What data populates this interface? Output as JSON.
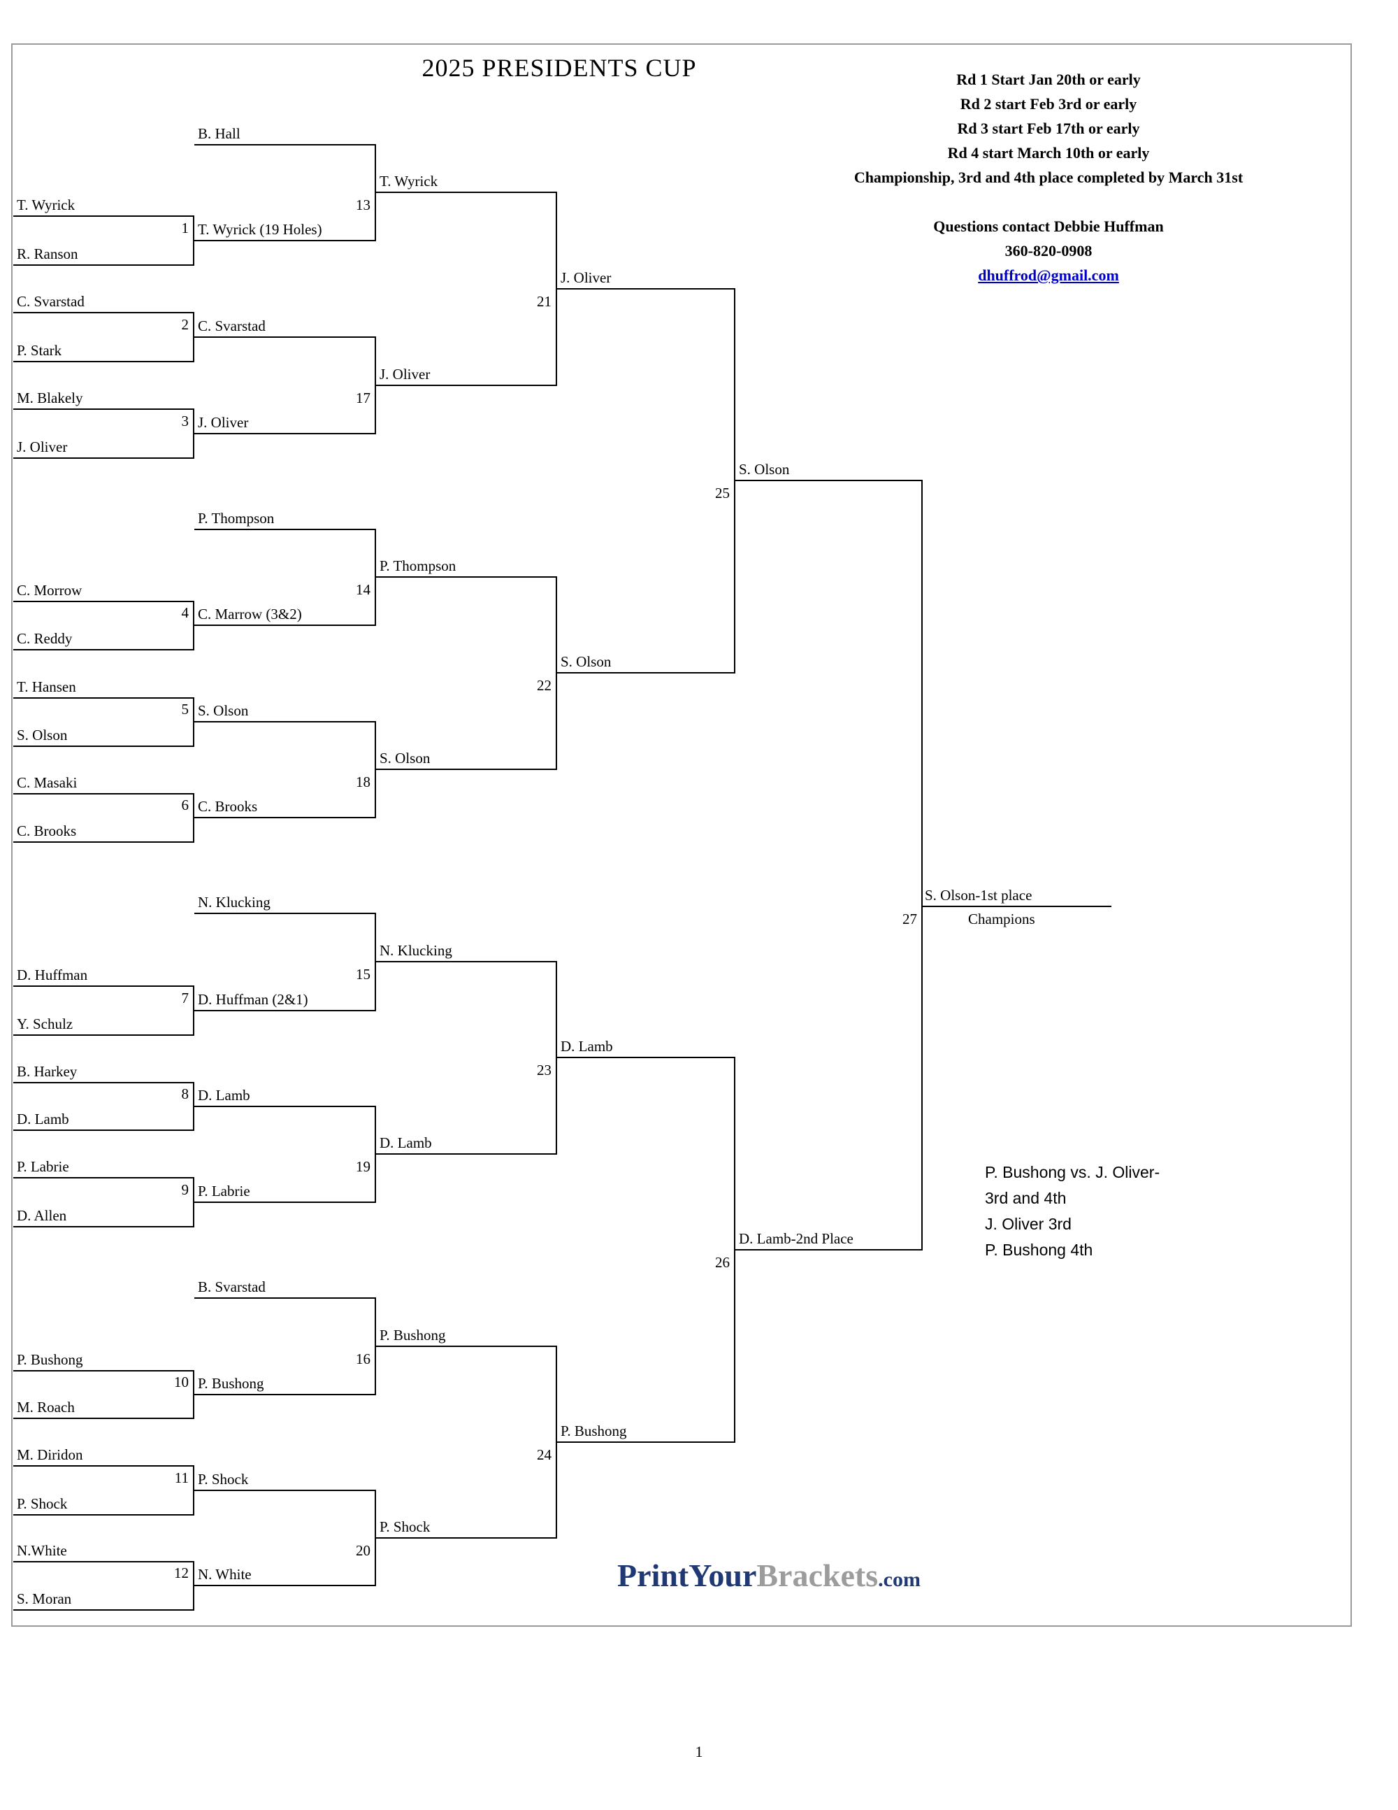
{
  "title": "2025 PRESIDENTS CUP",
  "info": {
    "lines": [
      "Rd 1 Start Jan 20th or early",
      "Rd 2 start Feb 3rd or early",
      "Rd 3 start Feb 17th or early",
      "Rd 4 start March 10th or early",
      "Championship, 3rd and 4th place completed by March 31st"
    ],
    "contact_heading": "Questions contact Debbie Huffman",
    "phone": "360-820-0908",
    "email": "dhuffrod@gmail.com"
  },
  "bracket": {
    "round1": [
      {
        "num": "1",
        "top": "T. Wyrick",
        "bottom": "R. Ranson",
        "winner": "T. Wyrick (19 Holes)"
      },
      {
        "num": "2",
        "top": "C. Svarstad",
        "bottom": "P. Stark",
        "winner": "C. Svarstad"
      },
      {
        "num": "3",
        "top": "M. Blakely",
        "bottom": "J. Oliver",
        "winner": "J. Oliver"
      },
      {
        "num": "4",
        "top": "C. Morrow",
        "bottom": "C. Reddy",
        "winner": "C. Marrow (3&2)"
      },
      {
        "num": "5",
        "top": "T. Hansen",
        "bottom": "S. Olson",
        "winner": "S. Olson"
      },
      {
        "num": "6",
        "top": "C. Masaki",
        "bottom": "C. Brooks",
        "winner": "C. Brooks"
      },
      {
        "num": "7",
        "top": "D. Huffman",
        "bottom": "Y. Schulz",
        "winner": "D. Huffman (2&1)"
      },
      {
        "num": "8",
        "top": "B. Harkey",
        "bottom": "D. Lamb",
        "winner": "D. Lamb"
      },
      {
        "num": "9",
        "top": "P. Labrie",
        "bottom": "D. Allen",
        "winner": "P. Labrie"
      },
      {
        "num": "10",
        "top": "P. Bushong",
        "bottom": "M. Roach",
        "winner": "P. Bushong"
      },
      {
        "num": "11",
        "top": "M. Diridon",
        "bottom": "P. Shock",
        "winner": "P. Shock"
      },
      {
        "num": "12",
        "top": "N.White",
        "bottom": "S. Moran",
        "winner": "N. White"
      }
    ],
    "byes": [
      {
        "name": "B. Hall"
      },
      {
        "name": "P. Thompson"
      },
      {
        "name": "N. Klucking"
      },
      {
        "name": "B. Svarstad"
      }
    ],
    "round2": [
      {
        "num": "13",
        "winner": "T. Wyrick"
      },
      {
        "num": "17",
        "winner": "J. Oliver"
      },
      {
        "num": "14",
        "winner": "P. Thompson"
      },
      {
        "num": "18",
        "winner": "S. Olson"
      },
      {
        "num": "15",
        "winner": "N. Klucking"
      },
      {
        "num": "19",
        "winner": "D. Lamb"
      },
      {
        "num": "16",
        "winner": "P. Bushong"
      },
      {
        "num": "20",
        "winner": "P. Shock"
      }
    ],
    "round3": [
      {
        "num": "21",
        "winner": "J. Oliver"
      },
      {
        "num": "22",
        "winner": "S. Olson"
      },
      {
        "num": "23",
        "winner": "D. Lamb"
      },
      {
        "num": "24",
        "winner": "P. Bushong"
      }
    ],
    "semifinals": [
      {
        "num": "25",
        "winner": "S. Olson"
      },
      {
        "num": "26",
        "winner": "D. Lamb-2nd Place"
      }
    ],
    "final": {
      "num": "27",
      "winner": "S. Olson-1st place",
      "champion_label": "Champions"
    }
  },
  "note": {
    "lines": [
      "P. Bushong vs. J. Oliver-",
      "3rd and 4th",
      "J. Oliver 3rd",
      "P. Bushong 4th"
    ]
  },
  "footer_logo": {
    "part1": "PrintYour",
    "part2": "Brackets",
    "part3": ".com"
  },
  "colors": {
    "logo_blue": "#203873",
    "logo_gray": "#9c9c9c",
    "link_blue": "#0000cc"
  },
  "page_number": "1"
}
